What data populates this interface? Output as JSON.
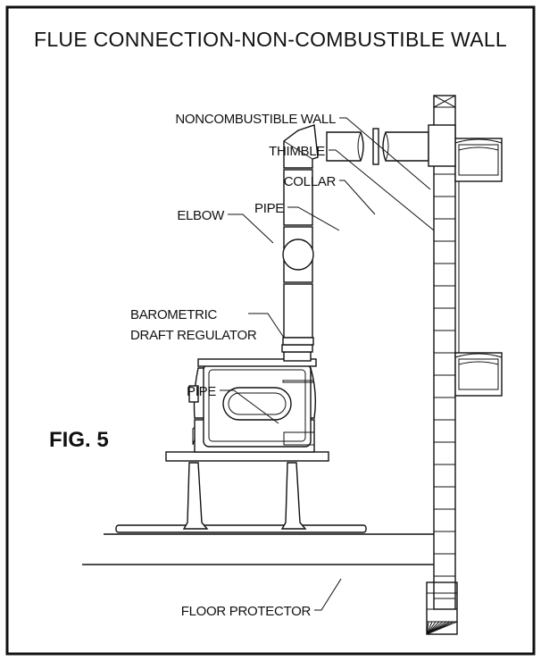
{
  "title": "FLUE CONNECTION-NON-COMBUSTIBLE WALL",
  "figure_label": "FIG. 5",
  "labels": {
    "noncombustible_wall": "NONCOMBUSTIBLE WALL",
    "thimble": "THIMBLE",
    "collar": "COLLAR",
    "pipe_horizontal": "PIPE",
    "elbow": "ELBOW",
    "barometric_line1": "BAROMETRIC",
    "barometric_line2": "DRAFT REGULATOR",
    "pipe_vertical": "PIPE",
    "floor_protector": "FLOOR PROTECTOR"
  }
}
